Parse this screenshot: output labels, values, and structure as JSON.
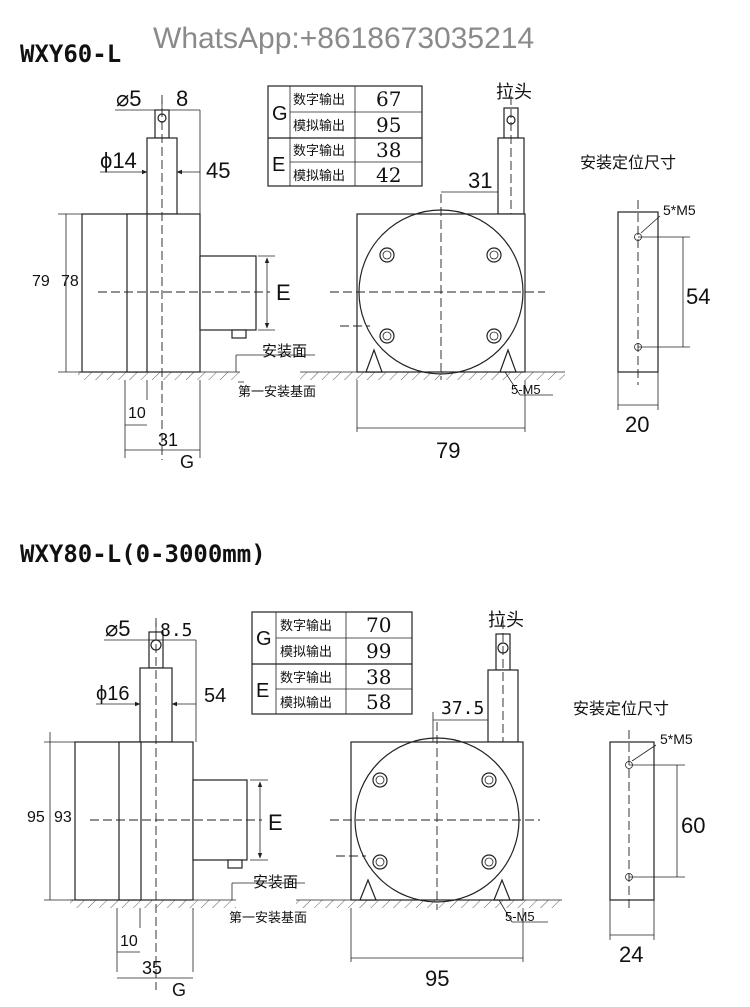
{
  "watermark": "WhatsApp:+8618673035214",
  "top": {
    "title": "WXY60-L",
    "dims": {
      "pin_dia": "⌀5",
      "pin_offset": "8",
      "body_dia": "ϕ14",
      "shaft_len": "45",
      "height_outer": "79",
      "height_inner": "78",
      "encoder": "E",
      "base_w": "10",
      "w31": "31",
      "g": "G",
      "w79": "79",
      "front_31": "31",
      "mount_54": "54",
      "mount_20": "20",
      "hole": "5*M5",
      "screw": "5-M5"
    },
    "labels": {
      "pull_head": "拉头",
      "mount_dims": "安装定位尺寸",
      "mount_face": "安装面",
      "first_mount_face": "第一安装基面"
    },
    "table": [
      {
        "group": "G",
        "rows": [
          {
            "label": "数字输出",
            "value": "67"
          },
          {
            "label": "模拟输出",
            "value": "95"
          }
        ]
      },
      {
        "group": "E",
        "rows": [
          {
            "label": "数字输出",
            "value": "38"
          },
          {
            "label": "模拟输出",
            "value": "42"
          }
        ]
      }
    ]
  },
  "bottom": {
    "title": "WXY80-L(0-3000mm)",
    "dims": {
      "pin_dia": "⌀5",
      "pin_offset": "8.5",
      "body_dia": "ϕ16",
      "shaft_len": "54",
      "height_outer": "95",
      "height_inner": "93",
      "encoder": "E",
      "base_w": "10",
      "w31": "35",
      "g": "G",
      "w79": "95",
      "front_31": "37.5",
      "mount_54": "60",
      "mount_20": "24",
      "hole": "5*M5",
      "screw": "5-M5"
    },
    "labels": {
      "pull_head": "拉头",
      "mount_dims": "安装定位尺寸",
      "mount_face": "安装面",
      "first_mount_face": "第一安装基面"
    },
    "table": [
      {
        "group": "G",
        "rows": [
          {
            "label": "数字输出",
            "value": "70"
          },
          {
            "label": "模拟输出",
            "value": "99"
          }
        ]
      },
      {
        "group": "E",
        "rows": [
          {
            "label": "数字输出",
            "value": "38"
          },
          {
            "label": "模拟输出",
            "value": "58"
          }
        ]
      }
    ]
  }
}
